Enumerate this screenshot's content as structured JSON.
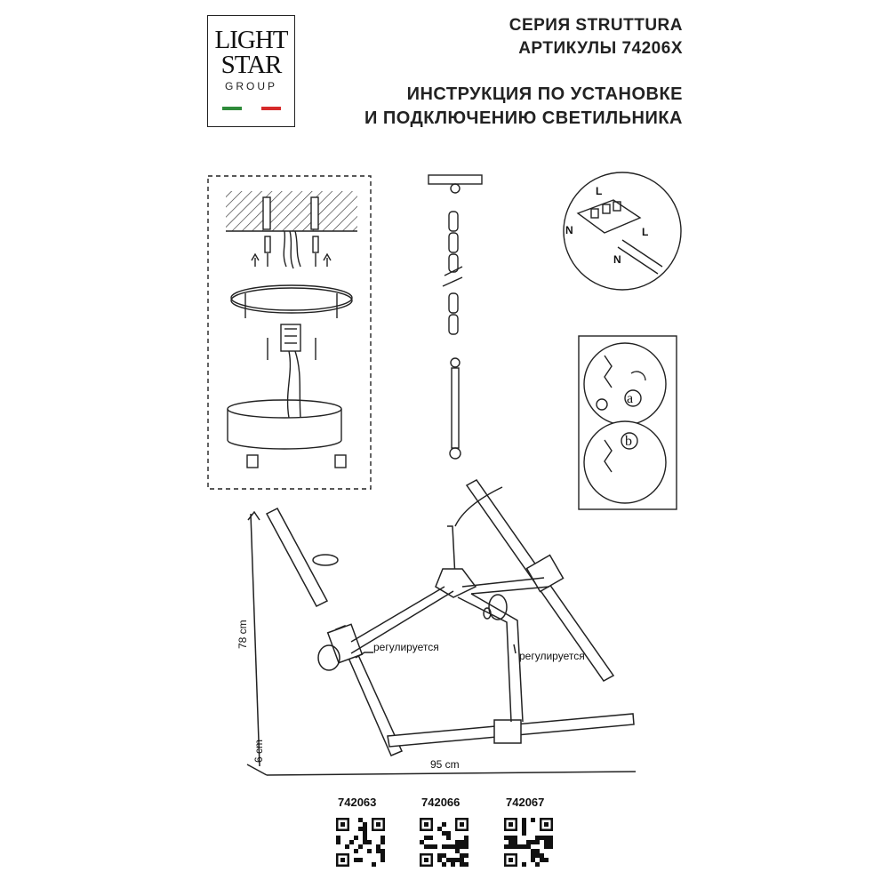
{
  "brand": {
    "line1": "LIGHT",
    "line2": "STAR",
    "line3": "GROUP",
    "flag_colors": [
      "#2e8b3a",
      "#ffffff",
      "#d62a2a"
    ]
  },
  "header": {
    "series": "СЕРИЯ STRUTTURA",
    "articles": "АРТИКУЛЫ 74206X",
    "instruction_line1": "ИНСТРУКЦИЯ ПО УСТАНОВКЕ",
    "instruction_line2": "И ПОДКЛЮЧЕНИЮ СВЕТИЛЬНИКА"
  },
  "wiring": {
    "label_L": "L",
    "label_N": "N",
    "label_L2": "L",
    "label_N2": "N"
  },
  "steps": {
    "a": "a",
    "b": "b"
  },
  "diagram": {
    "adjustable_left": "регулируется",
    "adjustable_right": "регулируется",
    "height": "78 cm",
    "depth": "6 cm",
    "width": "95 cm"
  },
  "models": [
    "742063",
    "742066",
    "742067"
  ]
}
